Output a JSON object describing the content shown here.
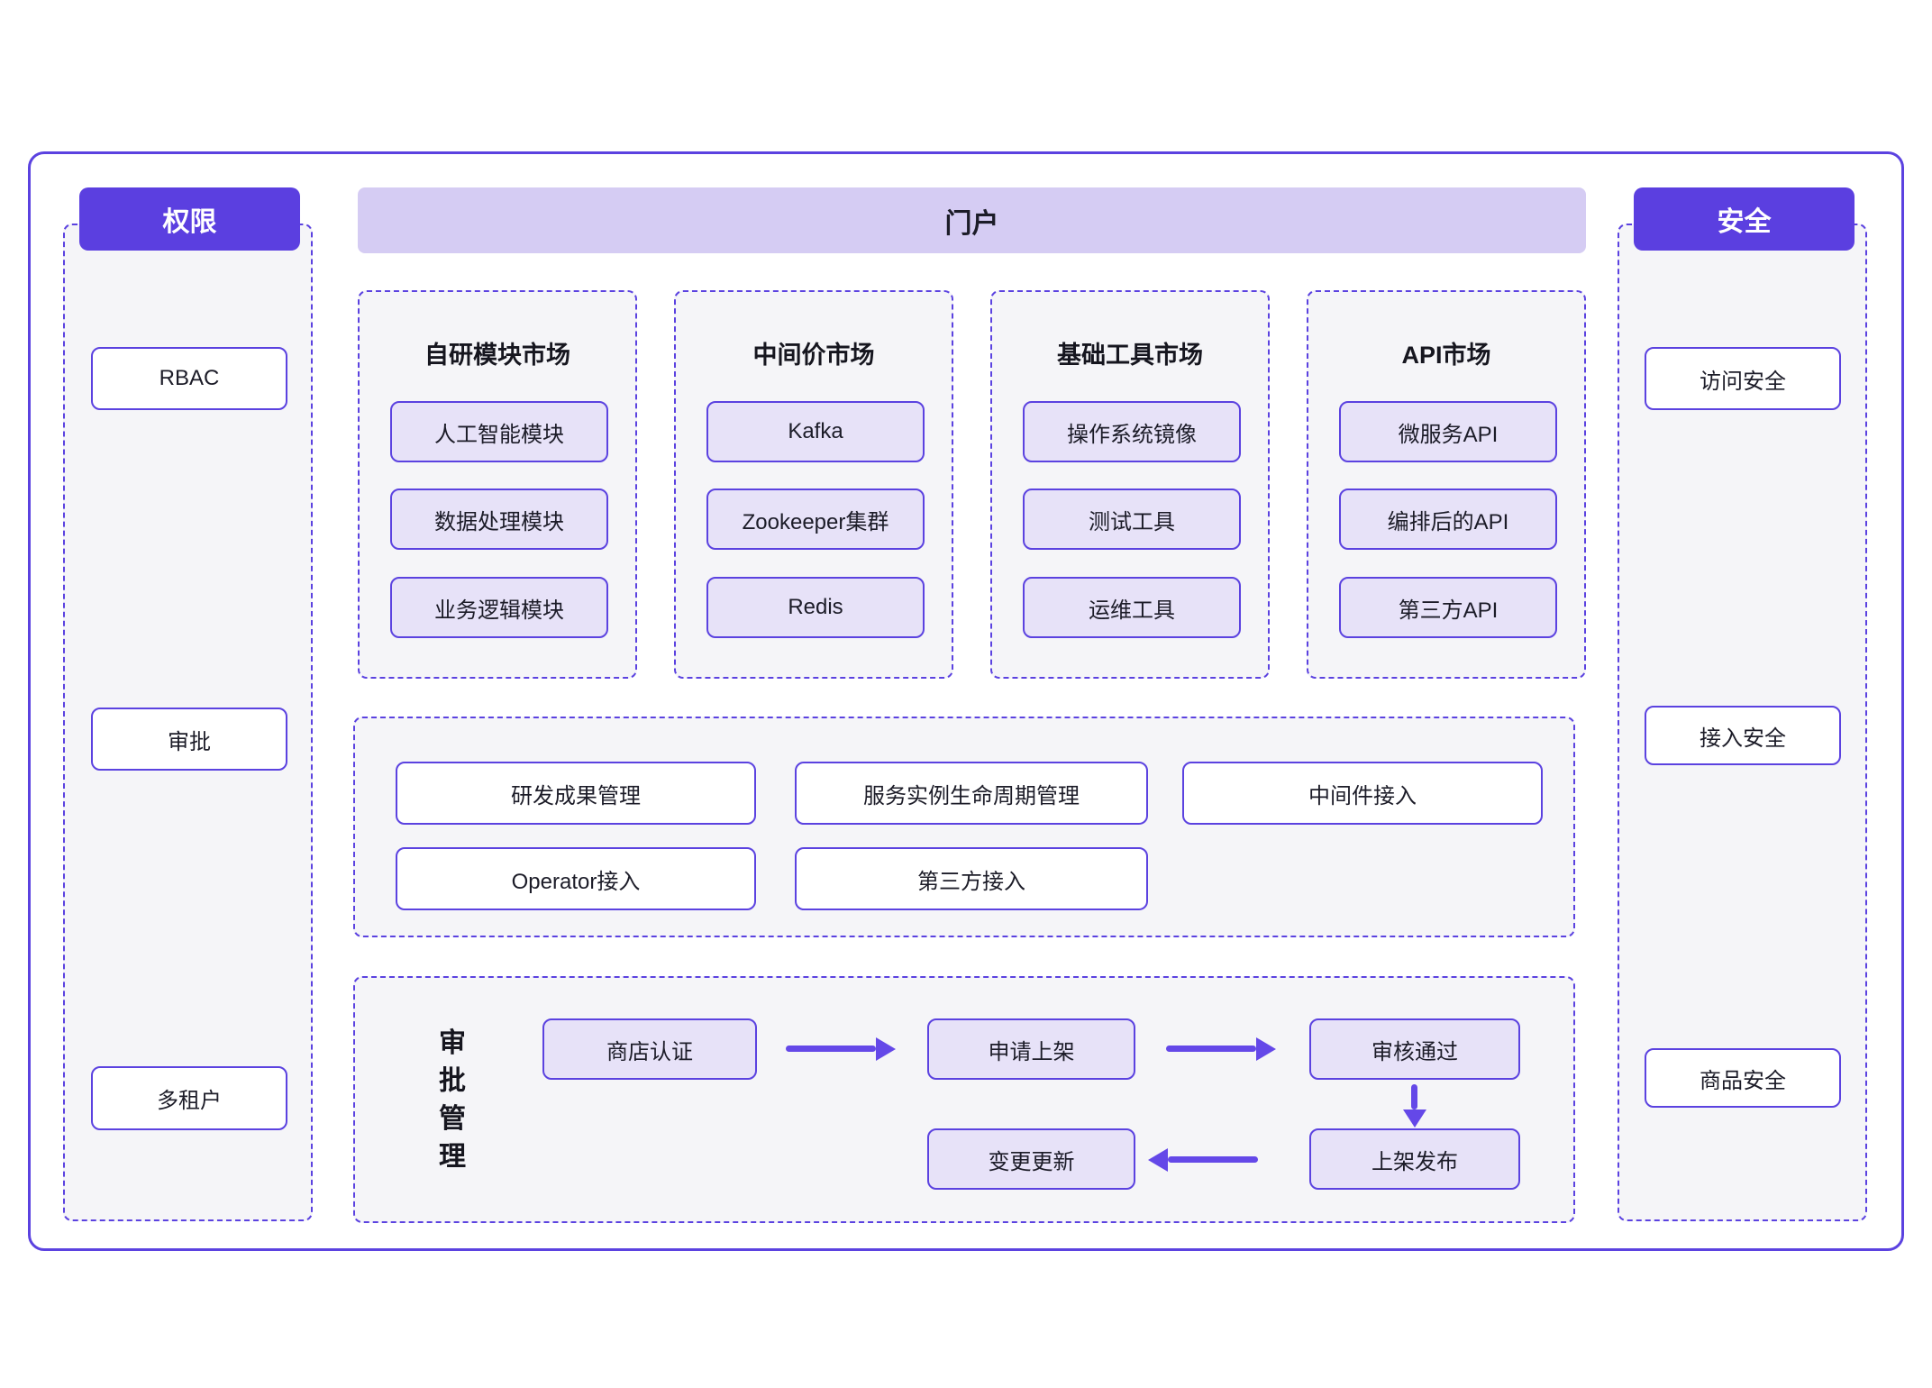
{
  "palette": {
    "accent": "#5b3fe0",
    "accent_border": "#5b42e0",
    "arrow": "#6448e8",
    "banner_bg": "#d5ccf3",
    "item_bg": "#e7e2f8",
    "panel_bg": "#f5f5f8",
    "text": "#1c1c28"
  },
  "left_panel": {
    "header": "权限",
    "items": [
      "RBAC",
      "审批",
      "多租户"
    ]
  },
  "right_panel": {
    "header": "安全",
    "items": [
      "访问安全",
      "接入安全",
      "商品安全"
    ]
  },
  "portal": {
    "header": "门户",
    "markets": [
      {
        "title": "自研模块市场",
        "items": [
          "人工智能模块",
          "数据处理模块",
          "业务逻辑模块"
        ]
      },
      {
        "title": "中间价市场",
        "items": [
          "Kafka",
          "Zookeeper集群",
          "Redis"
        ]
      },
      {
        "title": "基础工具市场",
        "items": [
          "操作系统镜像",
          "测试工具",
          "运维工具"
        ]
      },
      {
        "title": "API市场",
        "items": [
          "微服务API",
          "编排后的API",
          "第三方API"
        ]
      }
    ]
  },
  "management": {
    "row1": [
      "研发成果管理",
      "服务实例生命周期管理",
      "中间件接入"
    ],
    "row2": [
      "Operator接入",
      "第三方接入"
    ]
  },
  "approval": {
    "label": "审批管理",
    "steps": [
      "商店认证",
      "申请上架",
      "审核通过",
      "上架发布",
      "变更更新"
    ]
  }
}
